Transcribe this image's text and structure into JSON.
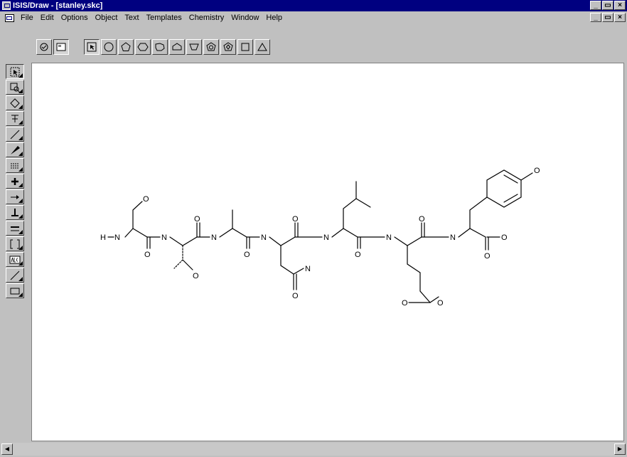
{
  "window": {
    "title": "ISIS/Draw - [stanley.skc]",
    "controls": [
      "_",
      "▭",
      "×"
    ],
    "mdi_controls": [
      "_",
      "▭",
      "×"
    ]
  },
  "menu": [
    "File",
    "Edit",
    "Options",
    "Object",
    "Text",
    "Templates",
    "Chemistry",
    "Window",
    "Help"
  ],
  "toolbar": {
    "mode_buttons": [
      "chemistry-mode-icon",
      "template-mode-icon"
    ],
    "templates": [
      "select-arrow-icon",
      "cyclopropane-icon",
      "cyclobutane-icon",
      "cyclopentane-icon",
      "cyclohexane-icon",
      "cycloheptane-icon",
      "cyclooctane-icon",
      "benzene-icon",
      "cyclohexane-chair-icon",
      "furanose-icon",
      "square-icon",
      "triangle-icon"
    ]
  },
  "palette": [
    "lasso-select-icon",
    "zoom-icon",
    "rotate-icon",
    "atom-icon",
    "single-bond-icon",
    "wedge-bond-icon",
    "dashed-bond-icon",
    "plus-charge-icon",
    "arrow-icon",
    "bracket-icon",
    "double-bond-icon",
    "sgroup-icon",
    "text-abc-icon",
    "line-icon",
    "rectangle-icon"
  ],
  "molecule": {
    "labels": {
      "h": "H",
      "n": "N",
      "o": "O"
    }
  }
}
